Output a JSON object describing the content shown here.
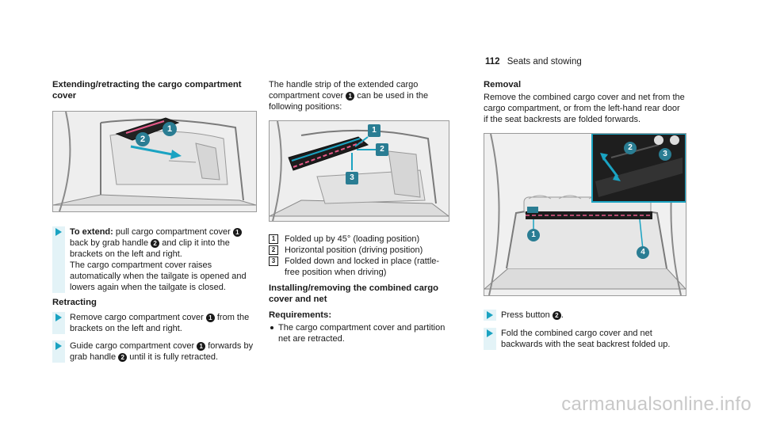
{
  "header": {
    "page_number": "112",
    "section": "Seats and stowing"
  },
  "col1": {
    "heading": "Extending/retracting the cargo compartment cover",
    "callouts": {
      "c1": "1",
      "c2": "2"
    },
    "extend": {
      "prefix": "To extend:",
      "t1": " pull cargo compartment cover ",
      "t2": " back by grab handle ",
      "t3": " and clip it into the brackets on the left and right.",
      "note": "The cargo compartment cover raises automatically when the tailgate is opened and lowers again when the tailgate is closed."
    },
    "retracting_heading": "Retracting",
    "step_remove": {
      "t1": "Remove cargo compartment cover ",
      "t2": " from the brackets on the left and right."
    },
    "step_guide": {
      "t1": "Guide cargo compartment cover ",
      "t2": " forwards by grab handle ",
      "t3": " until it is fully retracted."
    }
  },
  "col2": {
    "intro": {
      "t1": "The handle strip of the extended cargo compartment cover ",
      "t2": " can be used in the following positions:"
    },
    "callouts": {
      "c1": "1",
      "c2": "2",
      "c3": "3"
    },
    "positions": [
      {
        "key": "1",
        "text": "Folded up by 45° (loading position)"
      },
      {
        "key": "2",
        "text": "Horizontal position (driving position)"
      },
      {
        "key": "3",
        "text": "Folded down and locked in place (rattle-free position when driving)"
      }
    ],
    "install_heading": "Installing/removing the combined cargo cover and net",
    "requirements_heading": "Requirements:",
    "requirement": "The cargo compartment cover and partition net are retracted."
  },
  "col3": {
    "removal_heading": "Removal",
    "removal_text": "Remove the combined cargo cover and net from the cargo compartment, or from the left-hand rear door if the seat backrests are folded forwards.",
    "callouts": {
      "c1": "1",
      "c2": "2",
      "c3": "3",
      "c4": "4"
    },
    "step_press": {
      "t1": "Press button ",
      "t2": "."
    },
    "step_fold": "Fold the combined cargo cover and net backwards with the seat backrest folded up."
  },
  "watermark": "carmanualsonline.info",
  "colors": {
    "accent": "#1aa3c2",
    "step_bg": "#e3f3f7",
    "callout": "#1a1a1a"
  }
}
